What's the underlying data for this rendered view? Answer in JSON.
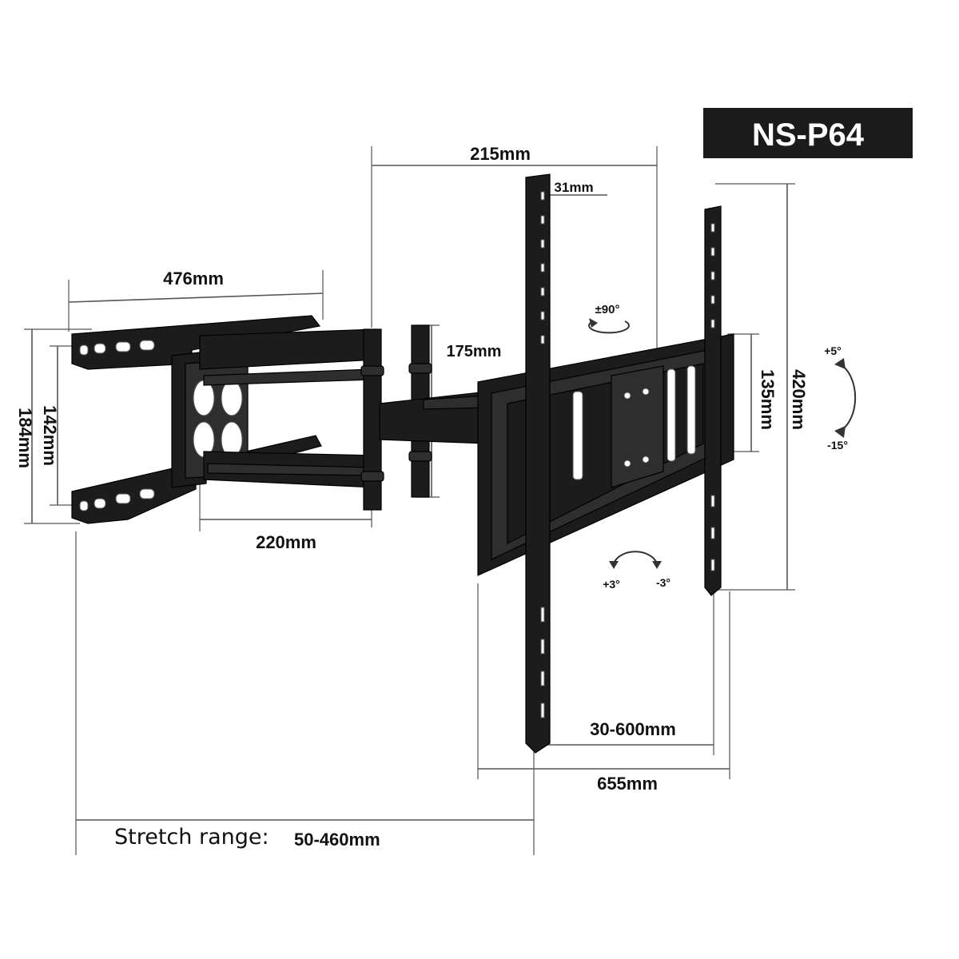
{
  "model_badge": {
    "text": "NS-P64",
    "bg": "#1b1b1b",
    "fg": "#ffffff"
  },
  "dimensions": {
    "arm_depth": "215mm",
    "rail_offset": "31mm",
    "arm_length": "476mm",
    "elbow_height": "175mm",
    "wall_plate_height": "184mm",
    "wall_hole_spacing": "142mm",
    "arm_offset": "220mm",
    "center_plate_height": "135mm",
    "rail_height": "420mm",
    "vesa_width": "30-600mm",
    "plate_width": "655mm",
    "stretch_label": "Stretch range:",
    "stretch_value": "50-460mm"
  },
  "angles": {
    "rotation": "±90°",
    "tilt_up": "+5°",
    "tilt_down": "-15°",
    "level_left": "+3°",
    "level_right": "-3°"
  }
}
